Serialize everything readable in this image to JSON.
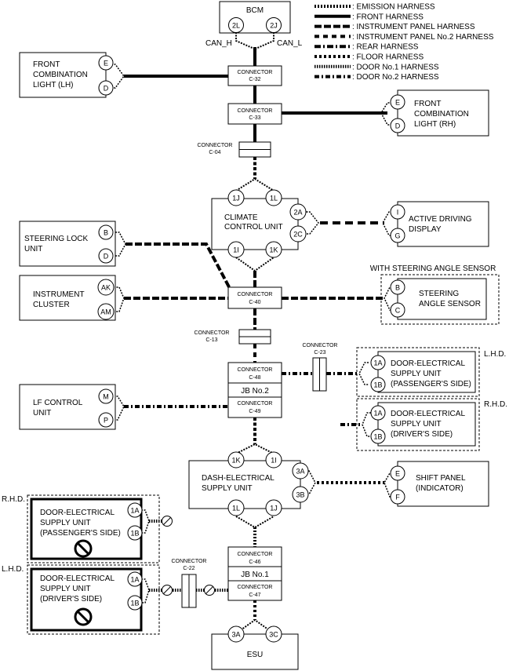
{
  "legend": [
    {
      "label": ": EMISSION HARNESS",
      "dash": "2,2",
      "width": 4
    },
    {
      "label": ": FRONT HARNESS",
      "dash": "",
      "width": 4
    },
    {
      "label": ": INSTRUMENT PANEL HARNESS",
      "dash": "9,3",
      "width": 4
    },
    {
      "label": ": INSTRUMENT PANEL No.2 HARNESS",
      "dash": "6,5",
      "width": 4
    },
    {
      "label": ": REAR HARNESS",
      "dash": "8,3,2,3",
      "width": 4
    },
    {
      "label": ": FLOOR HARNESS",
      "dash": "3,3",
      "width": 4
    },
    {
      "label": ": DOOR No.1 HARNESS",
      "dash": "1.5,1.5",
      "width": 4
    },
    {
      "label": ": DOOR No.2 HARNESS",
      "dash": "6,3,2,3",
      "width": 4
    }
  ],
  "bcm": {
    "name": "BCM",
    "pin_left": "2L",
    "pin_right": "2J",
    "can_h": "CAN_H",
    "can_l": "CAN_L"
  },
  "connectors": {
    "word": "CONNECTOR",
    "c32": "C-32",
    "c33": "C-33",
    "c04": "C-04",
    "c40": "C-40",
    "c13": "C-13",
    "c23": "C-23",
    "c48": "C-48",
    "c49": "C-49",
    "c46": "C-46",
    "c47": "C-47",
    "c22": "C-22"
  },
  "jb2": "JB No.2",
  "jb1": "JB No.1",
  "fcl_lh": {
    "line1": "FRONT",
    "line2": "COMBINATION",
    "line3": "LIGHT (LH)",
    "pin1": "E",
    "pin2": "D"
  },
  "fcl_rh": {
    "line1": "FRONT",
    "line2": "COMBINATION",
    "line3": "LIGHT (RH)",
    "pin1": "E",
    "pin2": "D"
  },
  "climate": {
    "line1": "CLIMATE",
    "line2": "CONTROL UNIT",
    "pins": [
      "1J",
      "1L",
      "2A",
      "2C",
      "1I",
      "1K"
    ]
  },
  "add": {
    "line1": "ACTIVE DRIVING",
    "line2": "DISPLAY",
    "pin1": "I",
    "pin2": "G"
  },
  "steering_lock": {
    "line1": "STEERING LOCK",
    "line2": "UNIT",
    "pin1": "B",
    "pin2": "D"
  },
  "cluster": {
    "line1": "INSTRUMENT",
    "line2": "CLUSTER",
    "pin1": "AK",
    "pin2": "AM"
  },
  "sas": {
    "header": "WITH STEERING ANGLE SENSOR",
    "line1": "STEERING",
    "line2": "ANGLE SENSOR",
    "pin1": "B",
    "pin2": "C"
  },
  "lf": {
    "line1": "LF CONTROL",
    "line2": "UNIT",
    "pin1": "M",
    "pin2": "P"
  },
  "door_pass_lhd": {
    "tag": "L.H.D.",
    "line1": "DOOR-ELECTRICAL",
    "line2": "SUPPLY UNIT",
    "line3": "(PASSENGER'S SIDE)",
    "pin1": "1A",
    "pin2": "1B"
  },
  "door_drv_rhd": {
    "tag": "R.H.D.",
    "line1": "DOOR-ELECTRICAL",
    "line2": "SUPPLY UNIT",
    "line3": "(DRIVER'S SIDE)",
    "pin1": "1A",
    "pin2": "1B"
  },
  "dash": {
    "line1": "DASH-ELECTRICAL",
    "line2": "SUPPLY UNIT",
    "pins": [
      "1K",
      "1I",
      "3A",
      "3B",
      "1L",
      "1J"
    ]
  },
  "shift": {
    "line1": "SHIFT PANEL",
    "line2": "(INDICATOR)",
    "pin1": "E",
    "pin2": "F"
  },
  "door_pass_rhd": {
    "tag": "R.H.D.",
    "line1": "DOOR-ELECTRICAL",
    "line2": "SUPPLY UNIT",
    "line3": "(PASSENGER'S SIDE)",
    "pin1": "1A",
    "pin2": "1B"
  },
  "door_drv_lhd": {
    "tag": "L.H.D.",
    "line1": "DOOR-ELECTRICAL",
    "line2": "SUPPLY UNIT",
    "line3": "(DRIVER'S SIDE)",
    "pin1": "1A",
    "pin2": "1B"
  },
  "esu": {
    "name": "ESU",
    "pin1": "3A",
    "pin2": "3C"
  }
}
